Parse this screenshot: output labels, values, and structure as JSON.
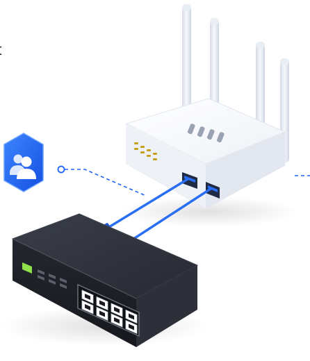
{
  "edge_text": "t",
  "colors": {
    "background": "#ffffff",
    "router_body": "#f1f3f8",
    "router_top": "#fbfcfe",
    "antenna": "#eef1f7",
    "switch_body": "#2b2e36",
    "switch_front": "#1f2229",
    "accent_blue": "#1e63f2",
    "cable_blue": "#2a6ff3",
    "status_led_green": "#8fe04a",
    "router_led_amber": "#c8a020"
  },
  "icons": {
    "user_badge": "user-group-icon",
    "router": "wifi-router",
    "switch": "network-switch"
  }
}
